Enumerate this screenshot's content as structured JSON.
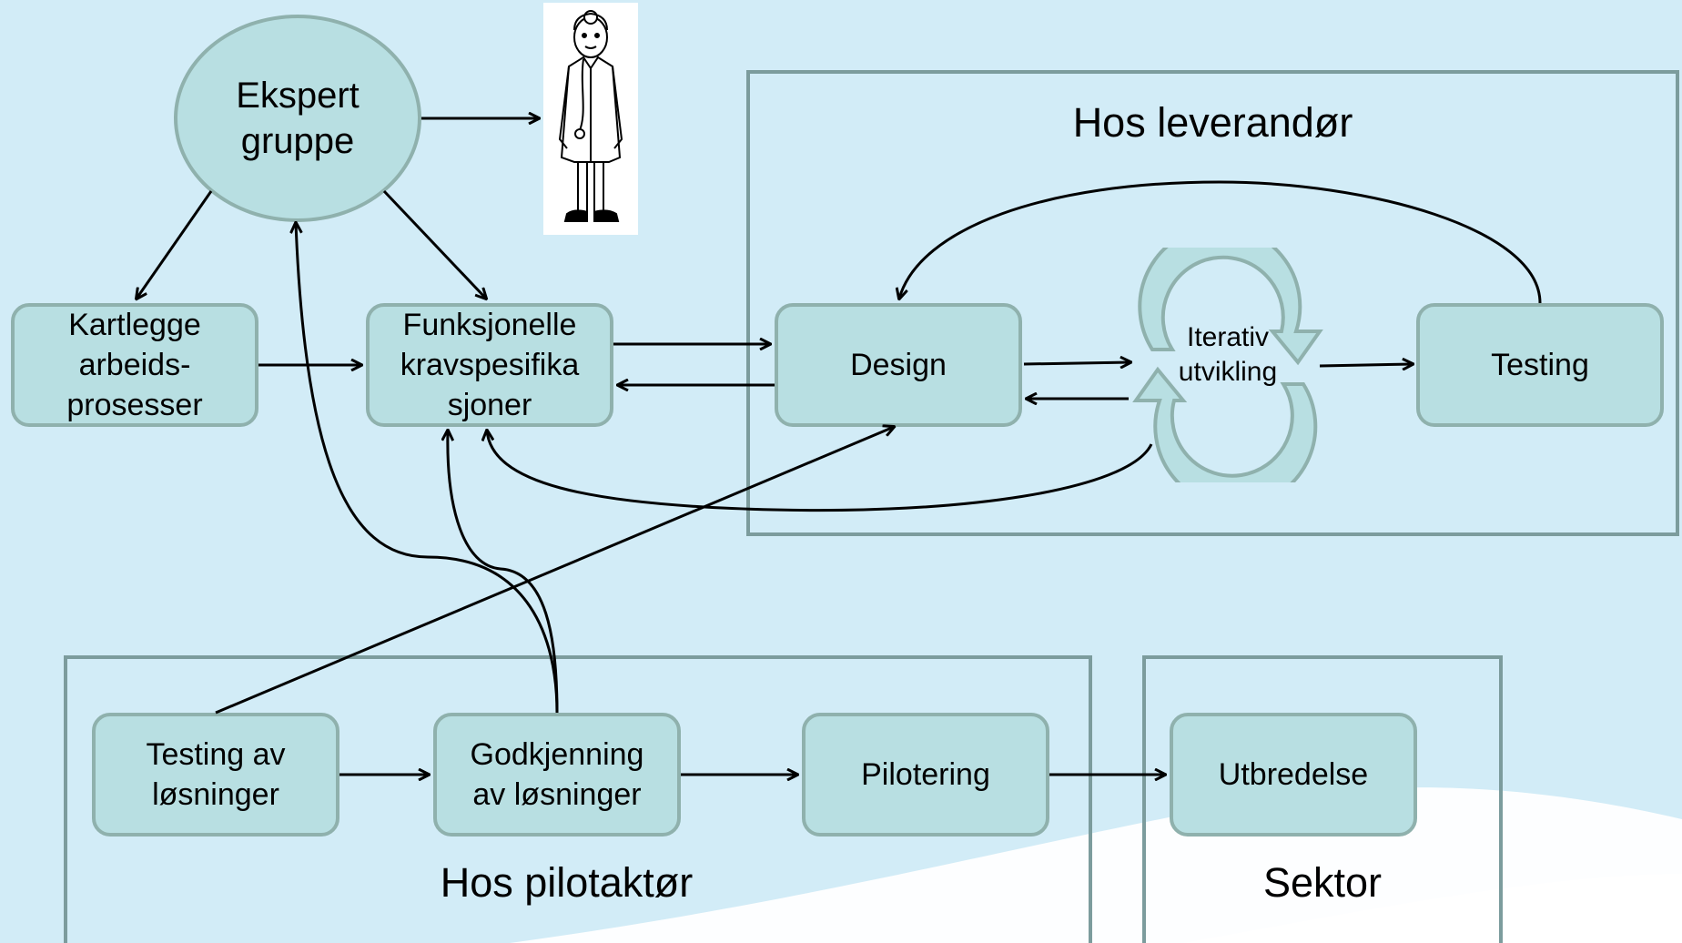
{
  "expert": {
    "label": "Ekspert\ngruppe"
  },
  "doctor": {
    "icon": "doctor-icon"
  },
  "regions": {
    "supplier": {
      "title": "Hos leverandør"
    },
    "pilot": {
      "title": "Hos pilotaktør"
    },
    "sector": {
      "title": "Sektor"
    }
  },
  "boxes": {
    "kartlegge": "Kartlegge\narbeids-\nprosesser",
    "funksjonelle": "Funksjonelle\nkravspesifika\nsjoner",
    "design": "Design",
    "testing": "Testing",
    "testing_losninger": "Testing av\nløsninger",
    "godkjenning": "Godkjenning\nav løsninger",
    "pilotering": "Pilotering",
    "utbredelse": "Utbredelse"
  },
  "cycle": {
    "label": "Iterativ\nutvikling",
    "icon": "cycle-arrows-icon"
  },
  "colors": {
    "background": "#d2ecf7",
    "box_fill": "#b8dfe2",
    "box_border": "#8fb1ad",
    "region_border": "#7c9c9d"
  }
}
